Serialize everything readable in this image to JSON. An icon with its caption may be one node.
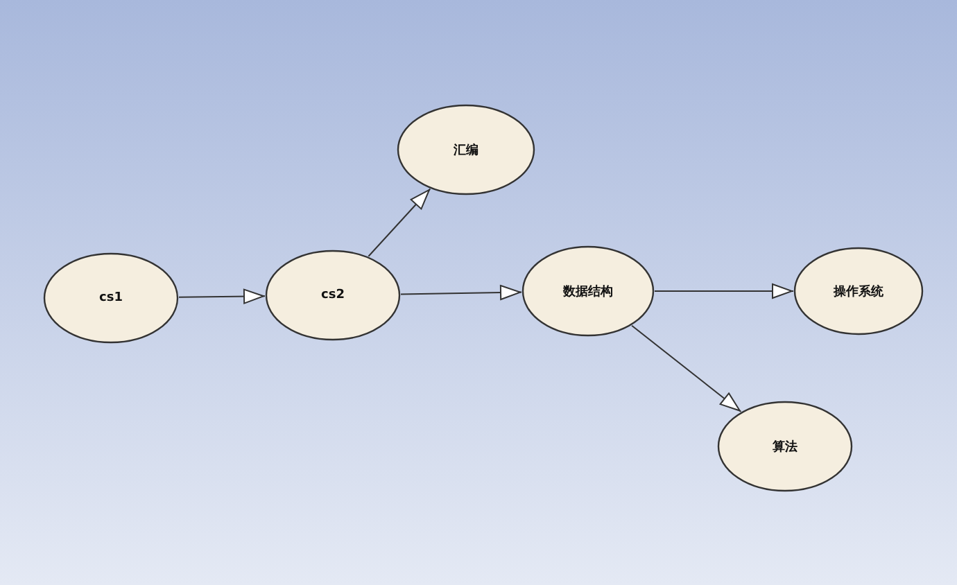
{
  "diagram": {
    "nodes": [
      {
        "text": [
          "cs1"
        ]
      },
      {
        "text": [
          "cs2"
        ]
      },
      {
        "text": [
          "汇编"
        ]
      },
      {
        "text": [
          "数据结构"
        ]
      },
      {
        "text": [
          "操作系统"
        ]
      },
      {
        "text": [
          "算法"
        ]
      }
    ],
    "edges": [
      {
        "from": 0,
        "to": 1,
        "arrow": "to"
      },
      {
        "from": 1,
        "to": 2,
        "arrow": "to"
      },
      {
        "from": 1,
        "to": 3,
        "arrow": "to"
      },
      {
        "from": 3,
        "to": 4,
        "arrow": "to"
      },
      {
        "from": 3,
        "to": 5,
        "arrow": "to"
      }
    ]
  }
}
